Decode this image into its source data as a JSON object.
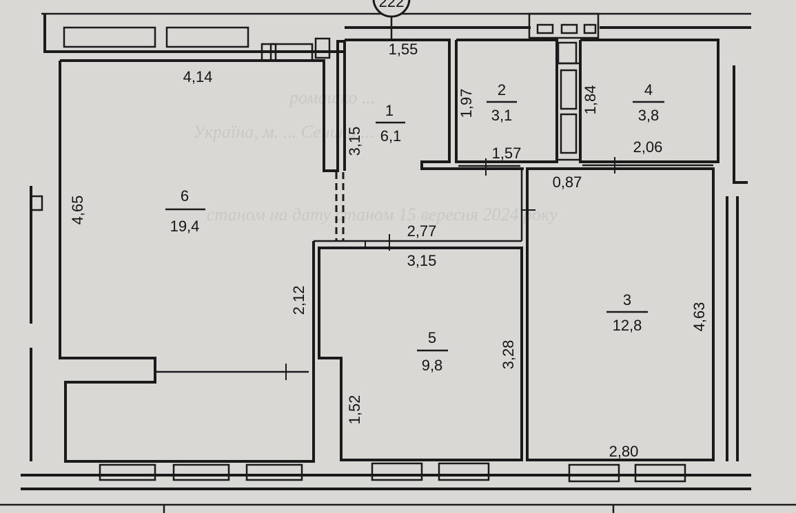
{
  "plan_number": "222",
  "background_text": [
    "Україна, м. ... Сеники ...",
    "ромашко ... ",
    "станом на дату станом 15 вересня 2024 року"
  ],
  "rooms": [
    {
      "number": "1",
      "area": "6,1"
    },
    {
      "number": "2",
      "area": "3,1"
    },
    {
      "number": "3",
      "area": "12,8"
    },
    {
      "number": "4",
      "area": "3,8"
    },
    {
      "number": "5",
      "area": "9,8"
    },
    {
      "number": "6",
      "area": "19,4"
    }
  ],
  "dimensions": {
    "d_1_55": "1,55",
    "d_4_14": "4,14",
    "d_3_15_vertical": "3,15",
    "d_1_97": "1,97",
    "d_1_84": "1,84",
    "d_1_57": "1,57",
    "d_2_06": "2,06",
    "d_0_87": "0,87",
    "d_4_65": "4,65",
    "d_2_77": "2,77",
    "d_3_15_horizontal": "3,15",
    "d_2_12": "2,12",
    "d_3_28": "3,28",
    "d_4_63": "4,63",
    "d_1_52": "1,52",
    "d_2_80": "2,80"
  },
  "colors": {
    "paper": "#d9d8d5",
    "ink": "#1a1a1a"
  }
}
